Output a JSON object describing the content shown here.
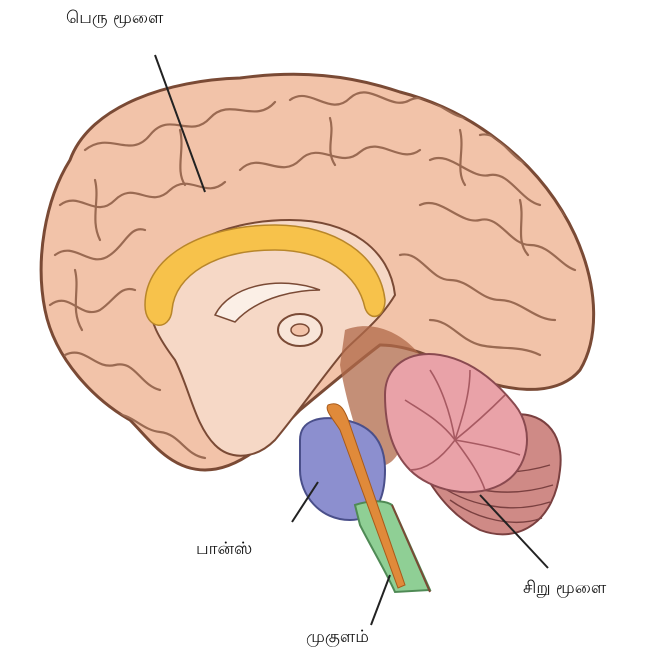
{
  "labels": {
    "cerebrum": "பெரு மூளை",
    "pons": "பான்ஸ்",
    "cerebellum": "சிறு மூளை",
    "medulla": "முகுளம்"
  },
  "colors": {
    "cerebrum": "#f2c3a9",
    "cerebrum_outline": "#7a4a35",
    "corpus_callosum": "#f7c24b",
    "pons": "#8c8fcf",
    "medulla": "#8fcf95",
    "cerebellum": "#e9a2a8",
    "cerebellum_dark": "#c98a8a",
    "brainstem_stripe": "#e08a3a",
    "leader_line": "#222222"
  }
}
